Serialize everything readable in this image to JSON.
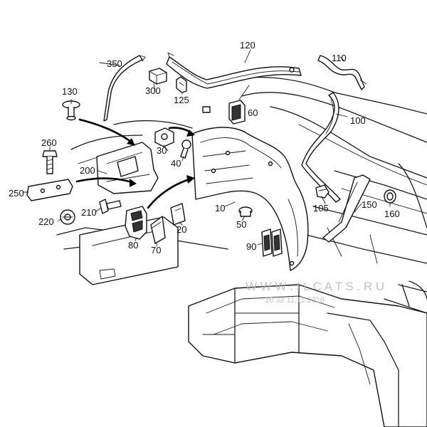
{
  "diagram": {
    "callouts": [
      {
        "id": "120",
        "label": "120"
      },
      {
        "id": "110",
        "label": "110"
      },
      {
        "id": "350",
        "label": "350"
      },
      {
        "id": "300",
        "label": "300"
      },
      {
        "id": "125",
        "label": "125"
      },
      {
        "id": "130",
        "label": "130"
      },
      {
        "id": "60",
        "label": "60"
      },
      {
        "id": "100",
        "label": "100"
      },
      {
        "id": "260",
        "label": "260"
      },
      {
        "id": "30",
        "label": "30"
      },
      {
        "id": "40",
        "label": "40"
      },
      {
        "id": "200",
        "label": "200"
      },
      {
        "id": "250",
        "label": "250"
      },
      {
        "id": "10",
        "label": "10"
      },
      {
        "id": "105",
        "label": "105"
      },
      {
        "id": "150",
        "label": "150"
      },
      {
        "id": "160",
        "label": "160"
      },
      {
        "id": "210",
        "label": "210"
      },
      {
        "id": "220",
        "label": "220"
      },
      {
        "id": "20",
        "label": "20"
      },
      {
        "id": "50",
        "label": "50"
      },
      {
        "id": "80",
        "label": "80"
      },
      {
        "id": "70",
        "label": "70"
      },
      {
        "id": "90",
        "label": "90"
      }
    ],
    "watermark": {
      "site": "W W W . I L C A T S . R U",
      "date": "10:32 11.11.2018"
    }
  }
}
